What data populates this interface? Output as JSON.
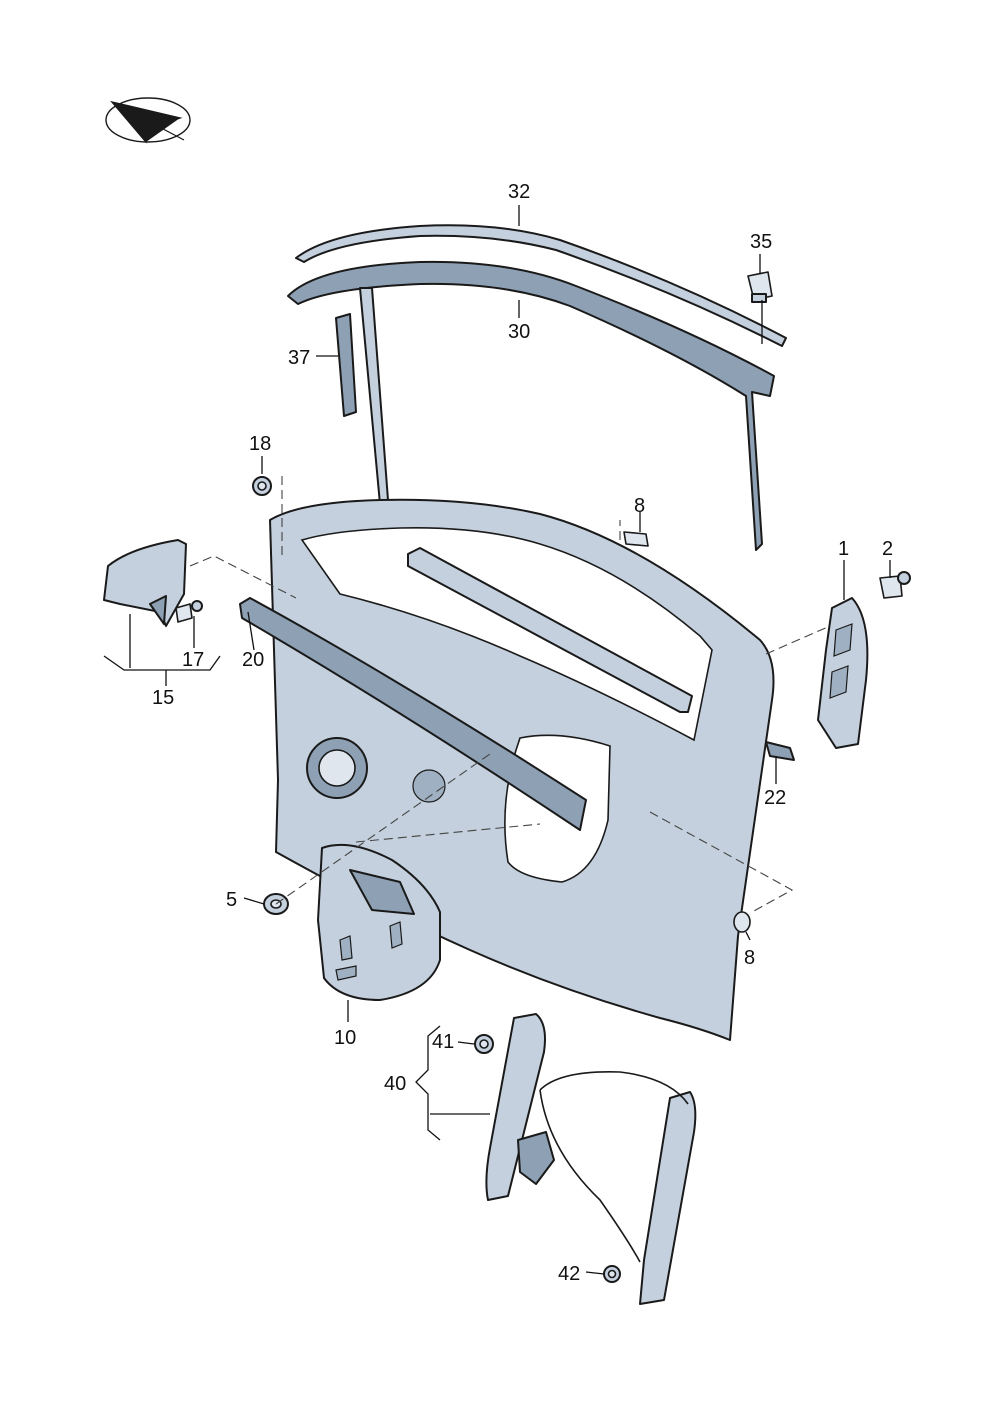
{
  "orientation_symbol": "direction-arrow-icon",
  "callouts": {
    "c1": "1",
    "c2": "2",
    "c5": "5",
    "c8a": "8",
    "c8b": "8",
    "c10": "10",
    "c15": "15",
    "c17": "17",
    "c18": "18",
    "c20": "20",
    "c22": "22",
    "c30": "30",
    "c32": "32",
    "c35": "35",
    "c37": "37",
    "c40": "40",
    "c41": "41",
    "c42": "42"
  },
  "colors": {
    "part_fill": "#c4d0dd",
    "part_dark": "#8ea0b4",
    "outline": "#1a1a1a"
  }
}
